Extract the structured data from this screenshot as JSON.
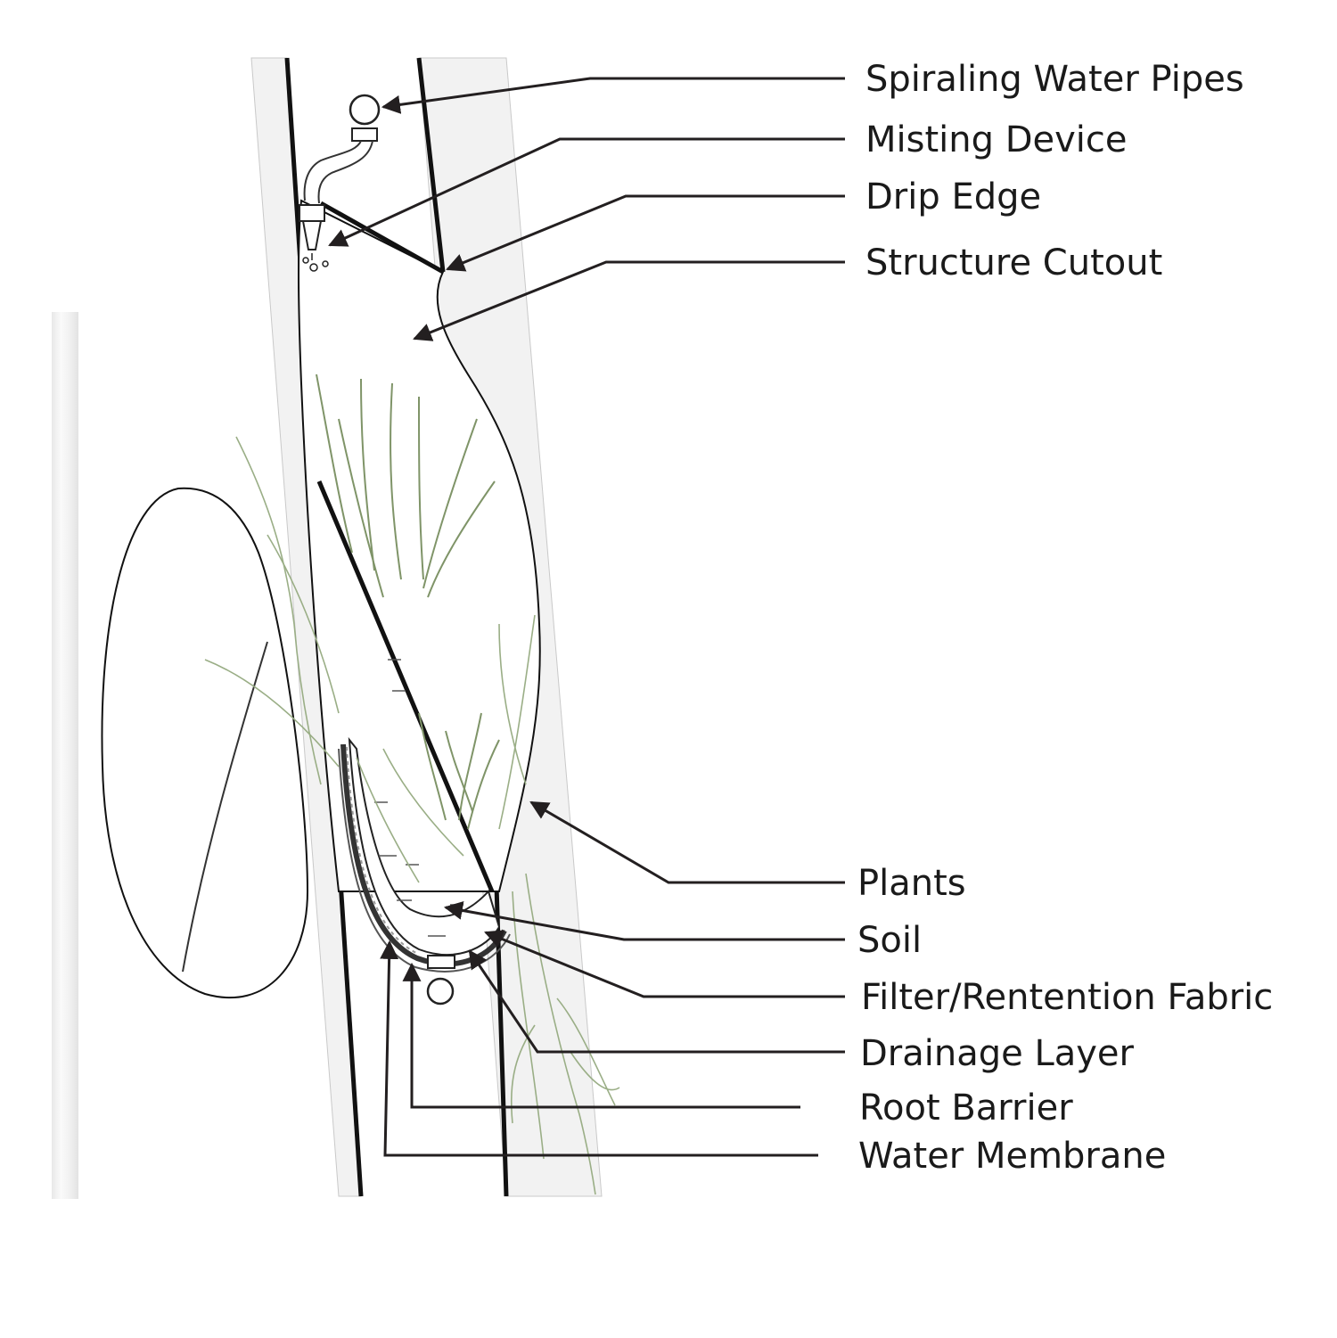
{
  "diagram": {
    "labels": {
      "spiraling_water_pipes": "Spiraling Water Pipes",
      "misting_device": "Misting Device",
      "drip_edge": "Drip Edge",
      "structure_cutout": "Structure Cutout",
      "plants": "Plants",
      "soil": "Soil",
      "filter_fabric": "Filter/Rentention Fabric",
      "drainage_layer": "Drainage Layer",
      "root_barrier": "Root Barrier",
      "water_membrane": "Water Membrane"
    },
    "colors": {
      "line": "#231f20",
      "structure_edge": "#111111",
      "tube_fill": "#f2f2f2",
      "plants": "#7f9468"
    }
  }
}
